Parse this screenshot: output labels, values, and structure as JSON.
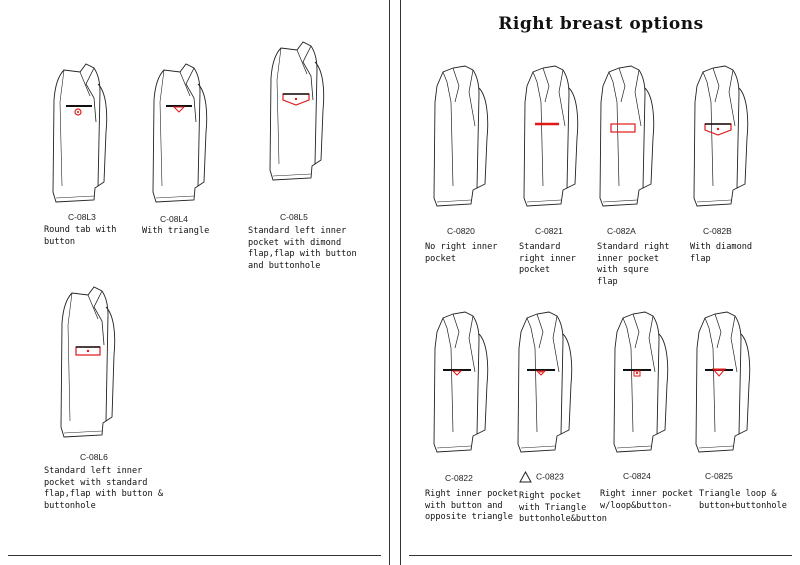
{
  "right_page": {
    "title": "Right breast options"
  },
  "left_items": [
    {
      "code": "C-08L3",
      "desc": "Round tab with\nbutton",
      "pocket": "round-tab"
    },
    {
      "code": "C-08L4",
      "desc": "With triangle",
      "pocket": "triangle"
    },
    {
      "code": "C-08L5",
      "desc": "Standard left inner\npocket with dimond\nflap,flap with button\nand buttonhole",
      "pocket": "diamond-flap"
    },
    {
      "code": "C-08L6",
      "desc": "Standard left inner\npocket with standard\nflap,flap with button &\nbuttonhole",
      "pocket": "standard-flap"
    }
  ],
  "right_items": [
    {
      "code": "C-0820",
      "desc": "No right inner\npocket",
      "pocket": "none"
    },
    {
      "code": "C-0821",
      "desc": "Standard\nright inner\npocket",
      "pocket": "standard"
    },
    {
      "code": "C-082A",
      "desc": "Standard right\ninner pocket\nwith squre\nflap",
      "pocket": "square-flap"
    },
    {
      "code": "C-082B",
      "desc": "With diamond\nflap",
      "pocket": "diamond-flap"
    },
    {
      "code": "C-0822",
      "desc": "Right inner pocket\nwith button and\nopposite triangle",
      "pocket": "button-triangle"
    },
    {
      "code": "C-0823",
      "desc": "Right pocket\nwith Triangle\nbuttonhole&button",
      "pocket": "triangle-buttonhole"
    },
    {
      "code": "C-0824",
      "desc": "Right inner pocket\nw/loop&button-",
      "pocket": "loop-button"
    },
    {
      "code": "C-0825",
      "desc": "Triangle loop &\nbutton+buttonhole",
      "pocket": "triangle-loop"
    }
  ],
  "colors": {
    "line": "#222222",
    "accent": "#e01818"
  }
}
